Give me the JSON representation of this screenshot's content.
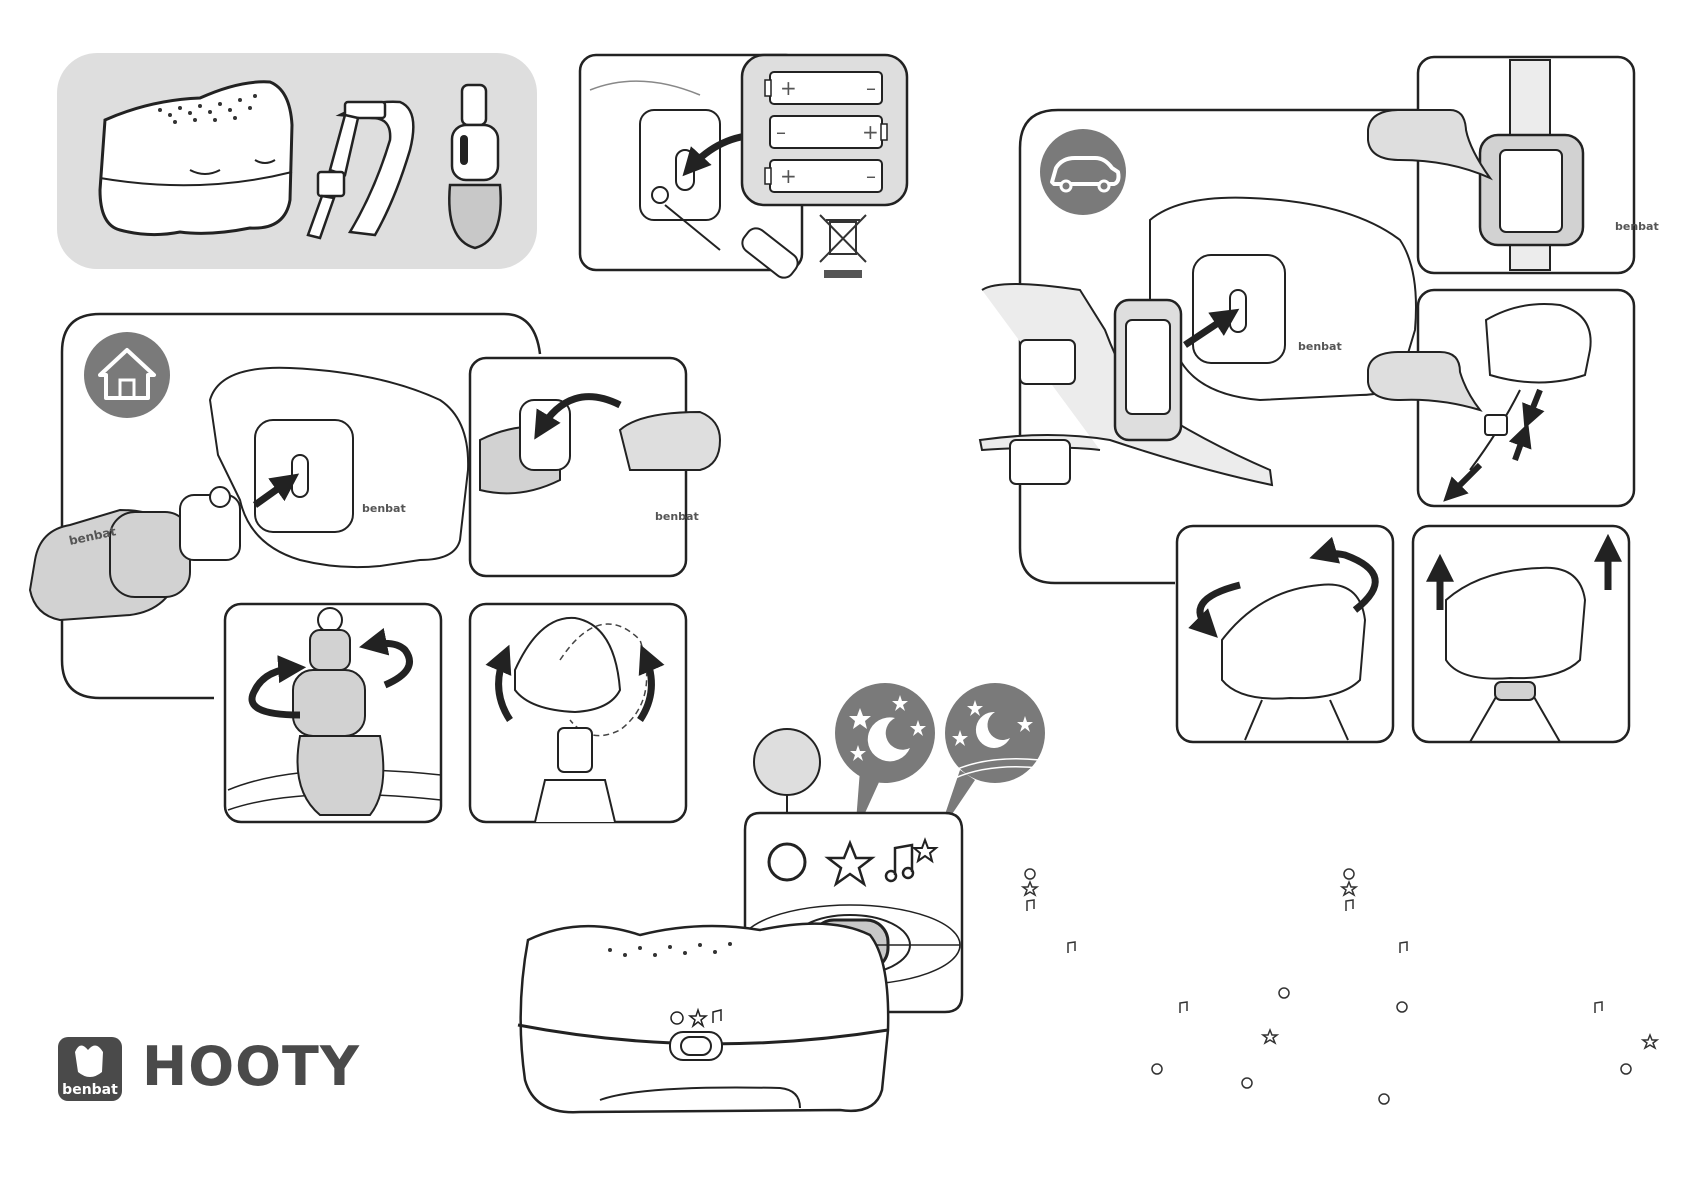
{
  "brand": {
    "name": "HOOTY",
    "maker": "benbat"
  },
  "sticker_text": "benbat",
  "battery_signs": {
    "plus": "+",
    "minus": "–"
  },
  "icons": {
    "mode_off": "circle-icon",
    "mode_stars": "star-icon",
    "mode_stars_music": "music-star-icon",
    "home": "house-icon",
    "car": "car-icon",
    "weee": "crossed-bin-icon"
  },
  "colors": {
    "panel_gray": "#dedede",
    "badge_gray": "#7a7a7a",
    "dark": "#2d2d2d"
  }
}
